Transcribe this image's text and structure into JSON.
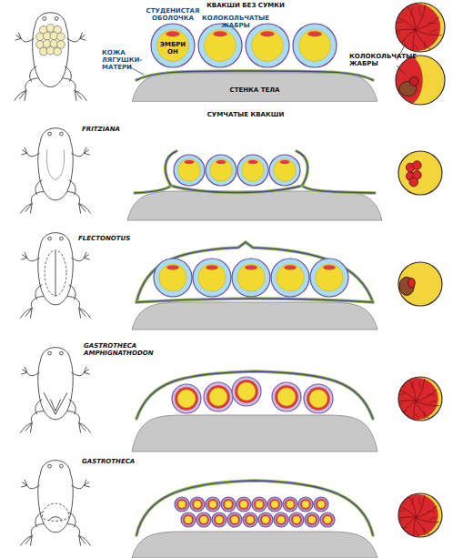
{
  "diagram": {
    "nodes": [
      {
        "text": [
          "ЭМБРИ ОН"
        ]
      },
      {
        "text": [
          "СТЕНКА ТЕЛА"
        ]
      }
    ],
    "labels": [
      "КВАКШИ БЕЗ СУМКИ",
      "СТУДЕНИСТАЯ ОБОЛОЧКА",
      "КОЛОКОЛЬЧАТЫЕ ЖАБРЫ",
      "КОЖА ЛЯГУШКИ-МАТЕРИ",
      "КОЛОКОЛЬЧАТЫЕ ЖАБРЫ",
      "СУМЧАТЫЕ КВАКШИ",
      "FRITZIANA",
      "FLECTONOTUS",
      "GASTROTHECA AMPHIGNATHODON",
      "GASTROTHECA"
    ]
  }
}
